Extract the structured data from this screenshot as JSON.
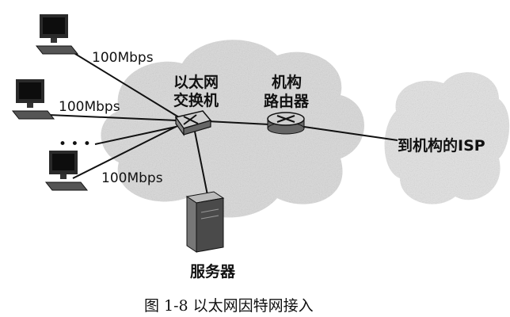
{
  "links": {
    "pc1_rate": "100Mbps",
    "pc2_rate": "100Mbps",
    "pc3_rate": "100Mbps"
  },
  "switch": {
    "label_line1": "以太网",
    "label_line2": "交换机"
  },
  "router": {
    "label_line1": "机构",
    "label_line2": "路由器"
  },
  "isp_label": "到机构的ISP",
  "server_label": "服务器",
  "ellipsis": "• • •",
  "caption": "图 1-8    以太网因特网接入",
  "colors": {
    "cloud": "#d9d9d9",
    "line": "#111111",
    "device": "#2a2a2a"
  }
}
